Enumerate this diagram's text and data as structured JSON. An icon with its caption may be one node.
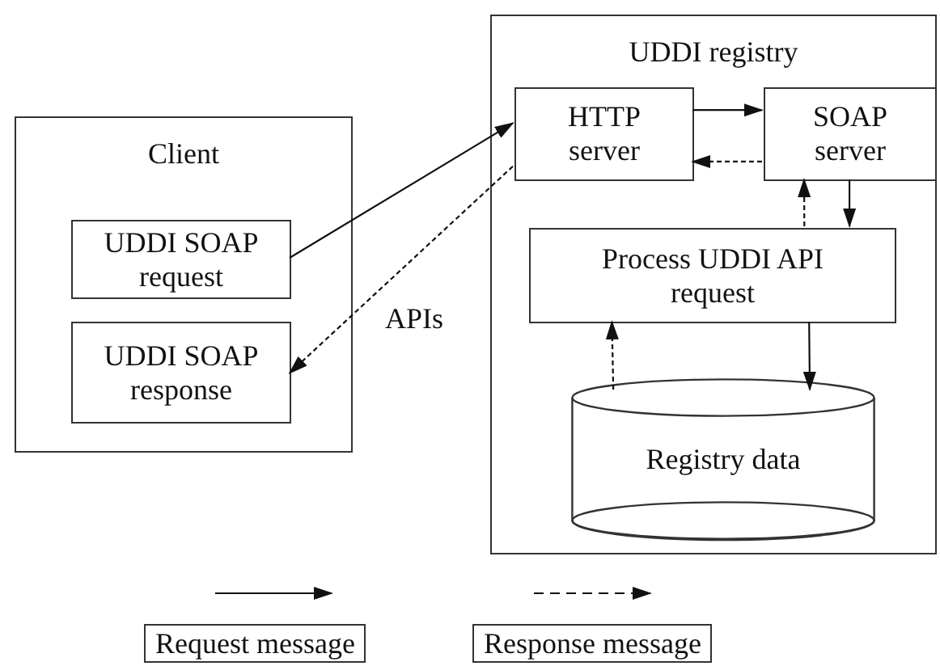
{
  "diagram": {
    "nodes": [
      {
        "text": [
          "Client"
        ]
      },
      {
        "text": [
          "UDDI SOAP request"
        ],
        "in": 0
      },
      {
        "text": [
          "UDDI SOAP response"
        ],
        "in": 0
      },
      {
        "text": [
          "UDDI registry"
        ]
      },
      {
        "text": [
          "HTTP server"
        ],
        "in": 3
      },
      {
        "text": [
          "SOAP server"
        ],
        "in": 3
      },
      {
        "text": [
          "Process UDDI API request"
        ],
        "in": 3
      },
      {
        "text": [
          "Registry data"
        ],
        "in": 3
      }
    ],
    "edges": [
      {
        "from": 1,
        "to": 4,
        "arrow": "to"
      },
      {
        "from": 4,
        "to": 2,
        "arrow": "to",
        "style": "dashed"
      },
      {
        "from": 4,
        "to": 5,
        "arrow": "to"
      },
      {
        "from": 5,
        "to": 4,
        "arrow": "to",
        "style": "dashed"
      },
      {
        "from": 6,
        "to": 5,
        "arrow": "to",
        "style": "dashed"
      },
      {
        "from": 5,
        "to": 6,
        "arrow": "to"
      },
      {
        "from": 7,
        "to": 6,
        "arrow": "to",
        "style": "dashed"
      },
      {
        "from": 6,
        "to": 7,
        "arrow": "to"
      }
    ],
    "labels": [
      "APIs"
    ],
    "legend": [
      {
        "text": "Request message"
      },
      {
        "text": "Response message"
      }
    ]
  }
}
